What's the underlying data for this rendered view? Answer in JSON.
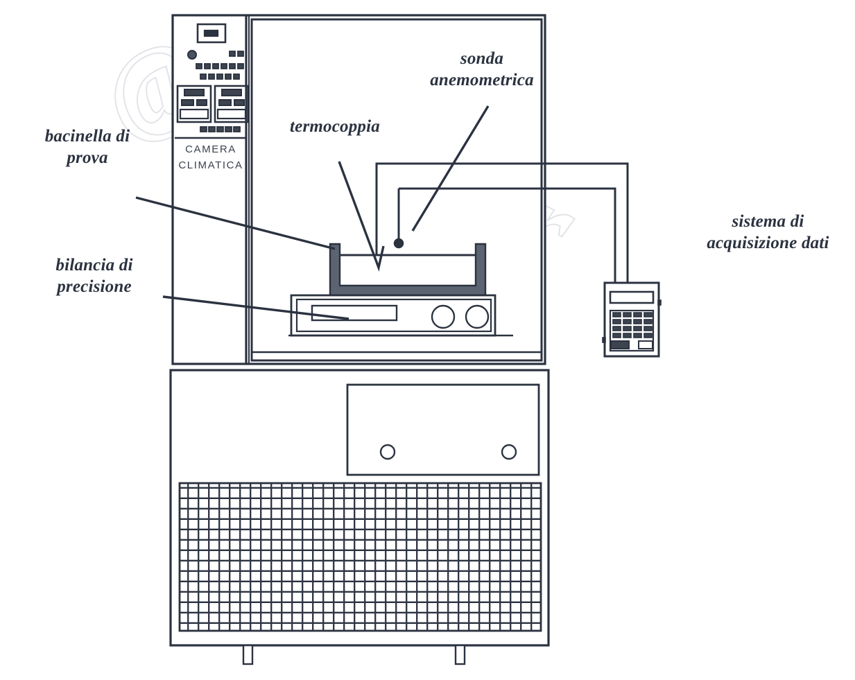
{
  "diagram": {
    "title": "Schema apparato sperimentale - camera climatica",
    "language": "it",
    "ink_color": "#2b3240",
    "basin_fill": "#5b6470",
    "paper_color": "#ffffff"
  },
  "watermark": {
    "symbol": "@",
    "brand": "Kluwer",
    "color": "#7d8594"
  },
  "labels": {
    "bacinella": "bacinella di\nprova",
    "bilancia": "bilancia di\nprecisione",
    "termocoppia": "termocoppia",
    "sonda": "sonda\nanemometrica",
    "acquisizione": "sistema di\nacquisizione dati"
  },
  "chamber": {
    "panel_caption": "CAMERA\nCLIMATICA",
    "controls": {
      "display_label": "display",
      "indicator_label": "power-led",
      "button_rows": [
        2,
        6,
        5
      ],
      "module_count": 2,
      "bottom_buttons": 5
    }
  },
  "balance": {
    "display_label": "display bilancia",
    "knob_count": 2
  },
  "lower_cabinet": {
    "door_knobs": 2,
    "grille_label": "griglia di ventilazione",
    "feet": 2
  },
  "daq": {
    "display_label": "display acquisitore",
    "keypad_columns": 4,
    "keypad_rows": 4,
    "cable_count": 2
  }
}
